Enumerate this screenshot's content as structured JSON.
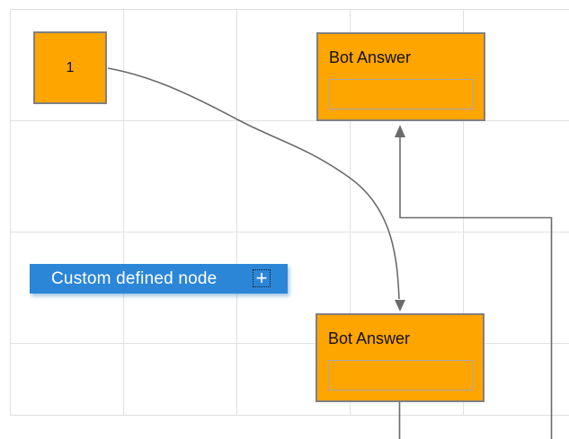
{
  "theme": {
    "canvas_bg": "#ffffff",
    "grid_line": "#e0e0e0",
    "node_fill": "#ffa500",
    "node_border": "#808080",
    "inner_box_border": "#a8a8a8",
    "connector": "#6b6b6b",
    "accent_blue": "#2b86d8",
    "text_dark": "#121212",
    "text_light": "#ffffff"
  },
  "nodes": {
    "start": {
      "label": "1"
    },
    "bot_answer_top": {
      "title": "Bot Answer",
      "input_value": ""
    },
    "bot_answer_bottom": {
      "title": "Bot Answer",
      "input_value": ""
    },
    "custom": {
      "label": "Custom defined node",
      "add_icon_glyph": "+"
    }
  }
}
